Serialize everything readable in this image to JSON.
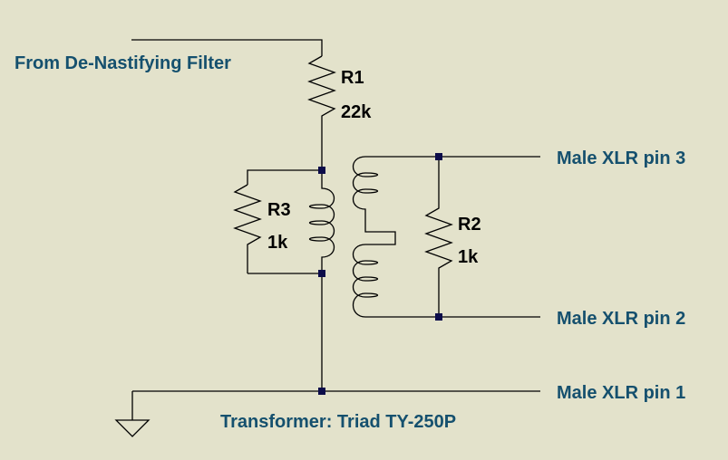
{
  "labels": {
    "input": "From De-Nastifying Filter",
    "pin3": "Male XLR pin 3",
    "pin2": "Male XLR pin 2",
    "pin1": "Male XLR pin 1",
    "transformer": "Transformer: Triad TY-250P"
  },
  "components": {
    "r1": {
      "name": "R1",
      "value": "22k"
    },
    "r2": {
      "name": "R2",
      "value": "1k"
    },
    "r3": {
      "name": "R3",
      "value": "1k"
    }
  },
  "colors": {
    "background": "#e3e2cb",
    "wire": "#000000",
    "junction": "#0c0c4a",
    "net_label": "#15506e",
    "part_label": "#000000"
  }
}
